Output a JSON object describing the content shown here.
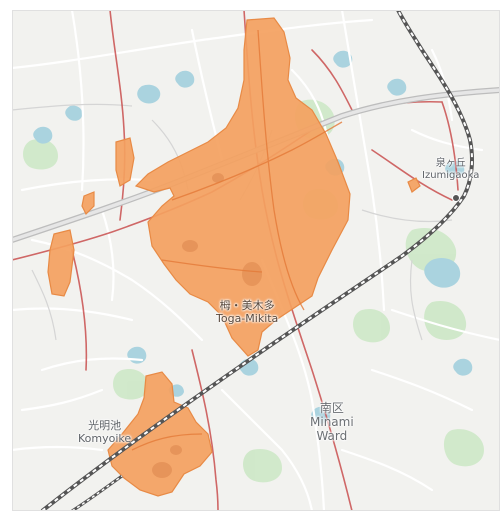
{
  "map": {
    "colors": {
      "background": "#f2f2ef",
      "highlight_fill": "#f4a160",
      "highlight_stroke": "#e88a45",
      "water": "#aad3df",
      "park": "#cde8c6",
      "major_road": "#c94f4f",
      "minor_road": "#ffffff",
      "railway": "#555555"
    },
    "labels": {
      "izumigaoka_jp": "泉ヶ丘",
      "izumigaoka_en": "Izumigaoka",
      "toga_mikita_jp": "栂・美木多",
      "toga_mikita_en": "Toga-Mikita",
      "komyoike_jp": "光明池",
      "komyoike_en": "Komyoike",
      "minami_ward_jp": "南区",
      "minami_ward_en_1": "Minami",
      "minami_ward_en_2": "Ward"
    },
    "icons": {
      "station_marker": "train-station-icon"
    }
  }
}
